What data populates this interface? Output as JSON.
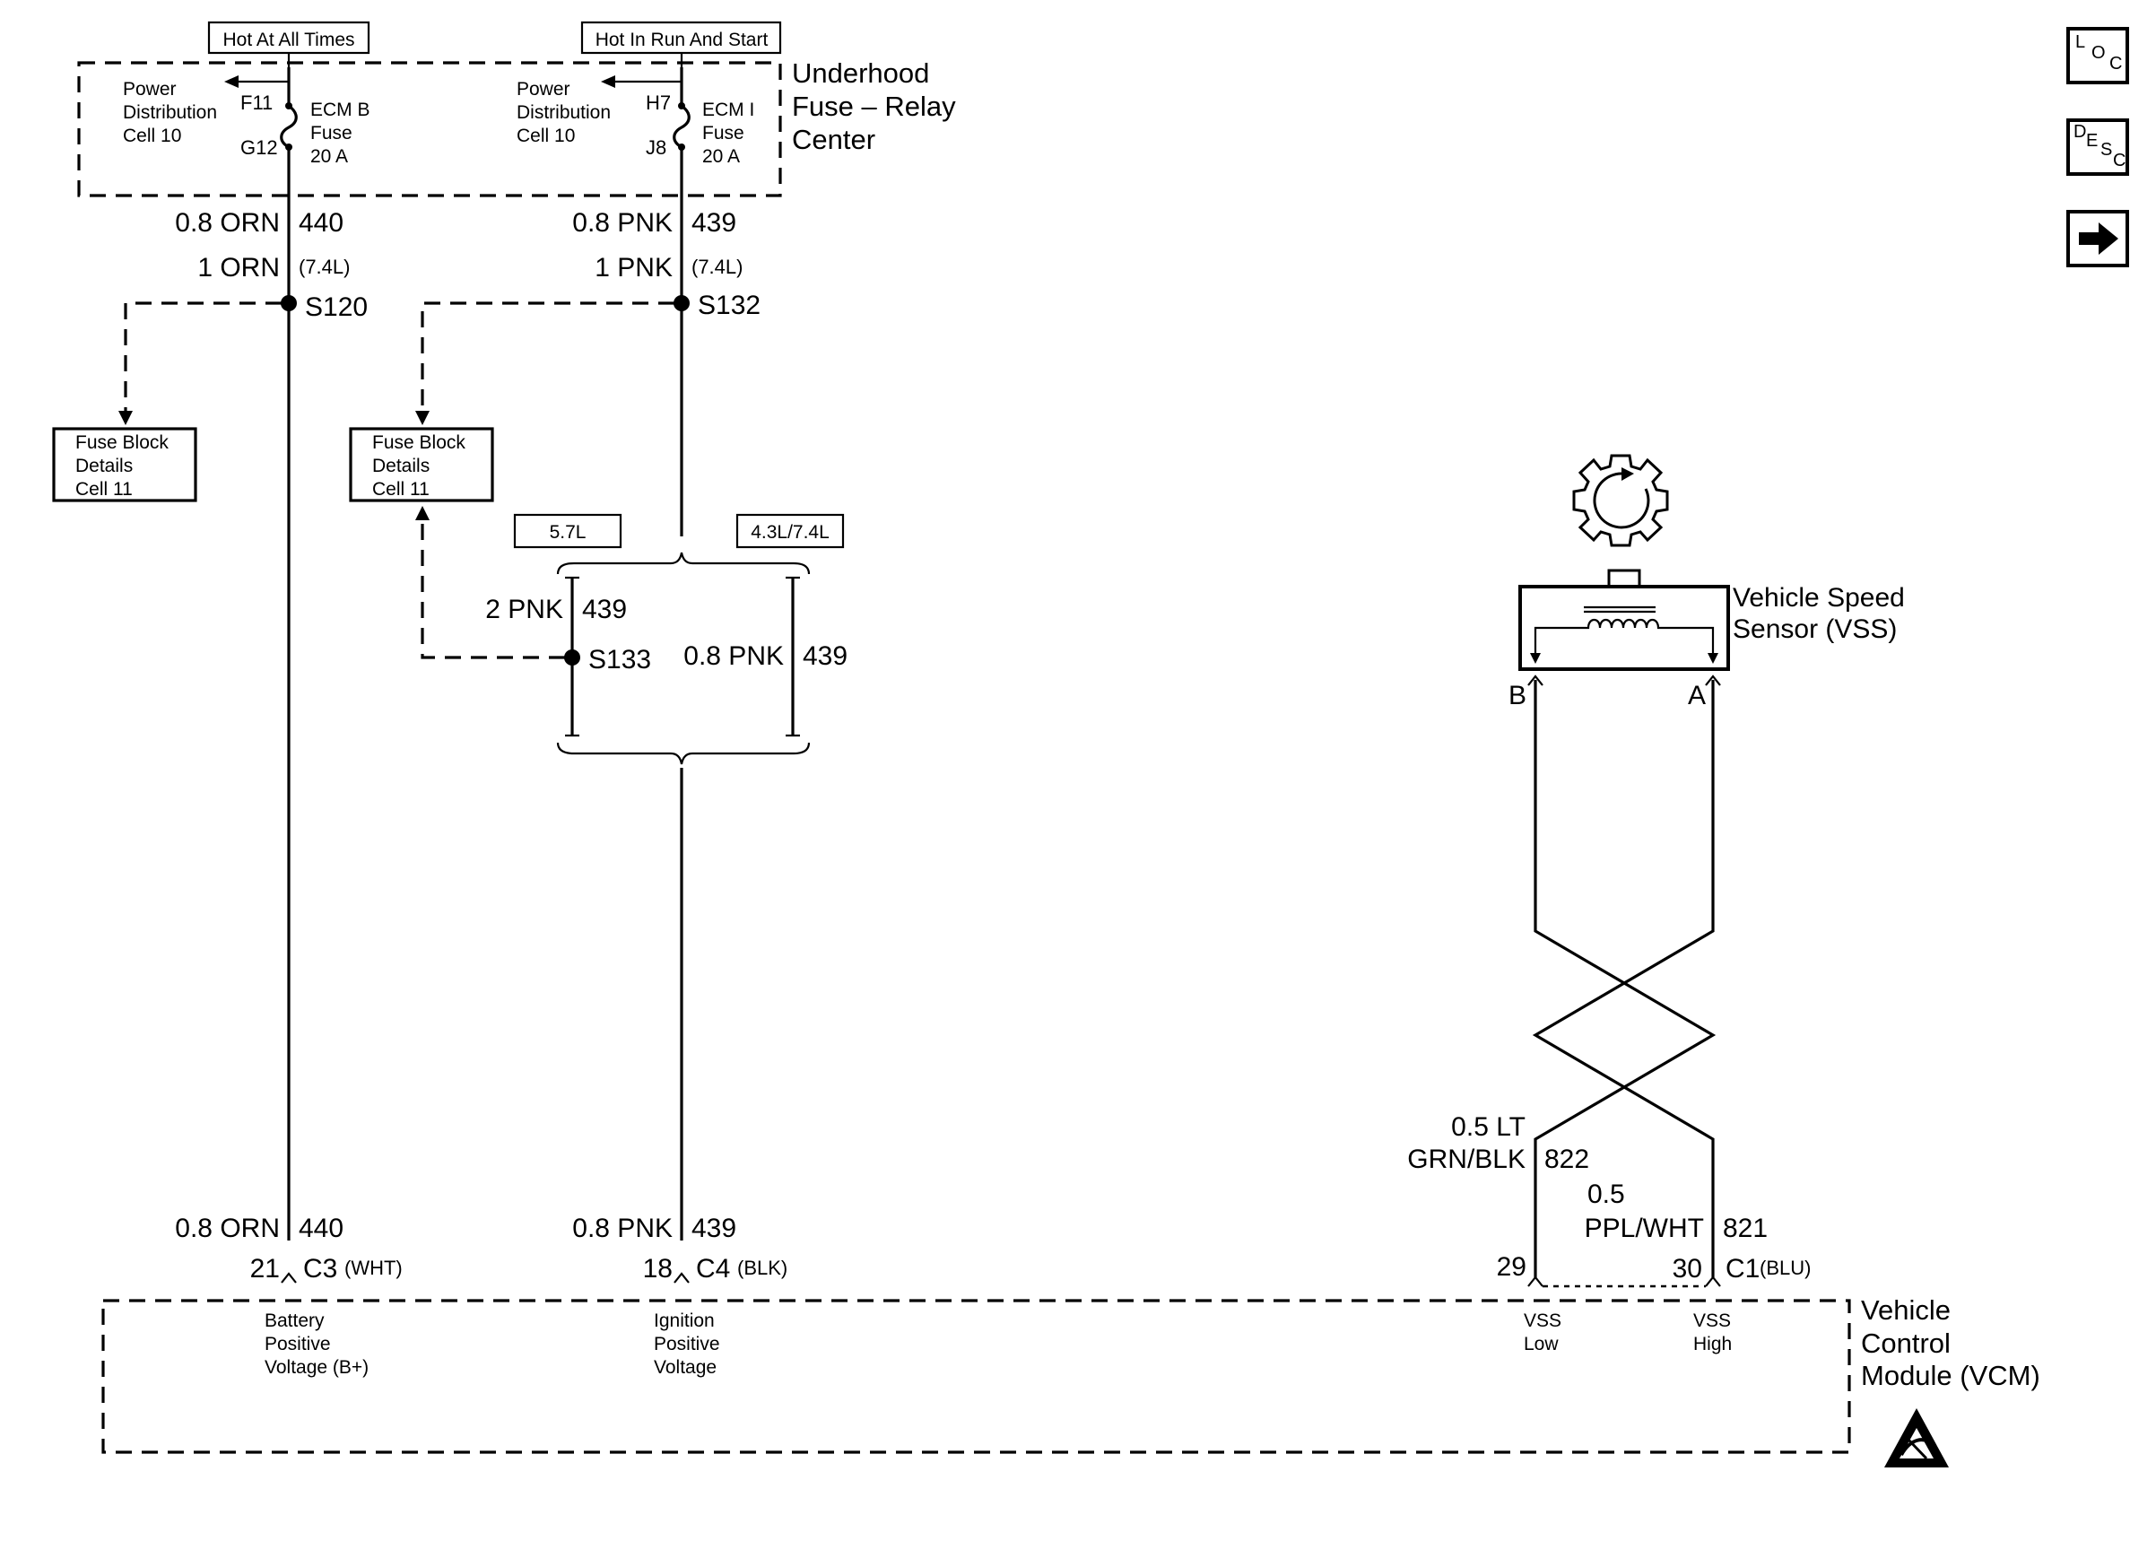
{
  "top_labels": {
    "hot_all_times": "Hot At All Times",
    "hot_run_start": "Hot In Run And Start"
  },
  "fuse_center": {
    "title": [
      "Underhood",
      "Fuse – Relay",
      "Center"
    ],
    "pdc_left": [
      "Power",
      "Distribution",
      "Cell 10"
    ],
    "pdc_right": [
      "Power",
      "Distribution",
      "Cell 10"
    ],
    "fuse_b": {
      "top_pin": "F11",
      "bottom_pin": "G12",
      "name": [
        "ECM B",
        "Fuse",
        "20 A"
      ]
    },
    "fuse_i": {
      "top_pin": "H7",
      "bottom_pin": "J8",
      "name": [
        "ECM I",
        "Fuse",
        "20 A"
      ]
    }
  },
  "circuit_440": {
    "upper": "0.8 ORN",
    "num": "440",
    "alt": "1 ORN",
    "alt_note": "(7.4L)",
    "splice": "S120",
    "lower": "0.8 ORN",
    "lower_num": "440"
  },
  "circuit_439": {
    "upper": "0.8 PNK",
    "num": "439",
    "alt": "1 PNK",
    "alt_note": "(7.4L)",
    "splice": "S132",
    "lower": "0.8 PNK",
    "lower_num": "439"
  },
  "fuse_block_left": [
    "Fuse Block",
    "Details",
    "Cell 11"
  ],
  "fuse_block_right": [
    "Fuse Block",
    "Details",
    "Cell 11"
  ],
  "engine_options": {
    "left": "5.7L",
    "right": "4.3L/7.4L",
    "left_wire": "2 PNK",
    "left_num": "439",
    "left_splice": "S133",
    "right_wire": "0.8 PNK",
    "right_num": "439"
  },
  "vss": {
    "name": [
      "Vehicle Speed",
      "Sensor (VSS)"
    ],
    "pin_b": "B",
    "pin_a": "A",
    "wire_822": [
      "0.5 LT",
      "GRN/BLK"
    ],
    "num_822": "822",
    "wire_821": [
      "0.5",
      "PPL/WHT"
    ],
    "num_821": "821"
  },
  "vcm": {
    "title": [
      "Vehicle",
      "Control",
      "Module (VCM)"
    ],
    "c3": {
      "pin": "21",
      "conn": "C3",
      "color": "(WHT)"
    },
    "c4": {
      "pin": "18",
      "conn": "C4",
      "color": "(BLK)"
    },
    "c1": {
      "pin_low": "29",
      "pin_high": "30",
      "conn": "C1",
      "color": "(BLU)"
    },
    "batt": [
      "Battery",
      "Positive",
      "Voltage (B+)"
    ],
    "ign": [
      "Ignition",
      "Positive",
      "Voltage"
    ],
    "vss_low": [
      "VSS",
      "Low"
    ],
    "vss_high": [
      "VSS",
      "High"
    ]
  },
  "side_buttons": {
    "loc": {
      "l": "L",
      "o": "O",
      "c": "C"
    },
    "desc": {
      "d": "D",
      "e": "E",
      "s": "S",
      "c": "C"
    }
  }
}
